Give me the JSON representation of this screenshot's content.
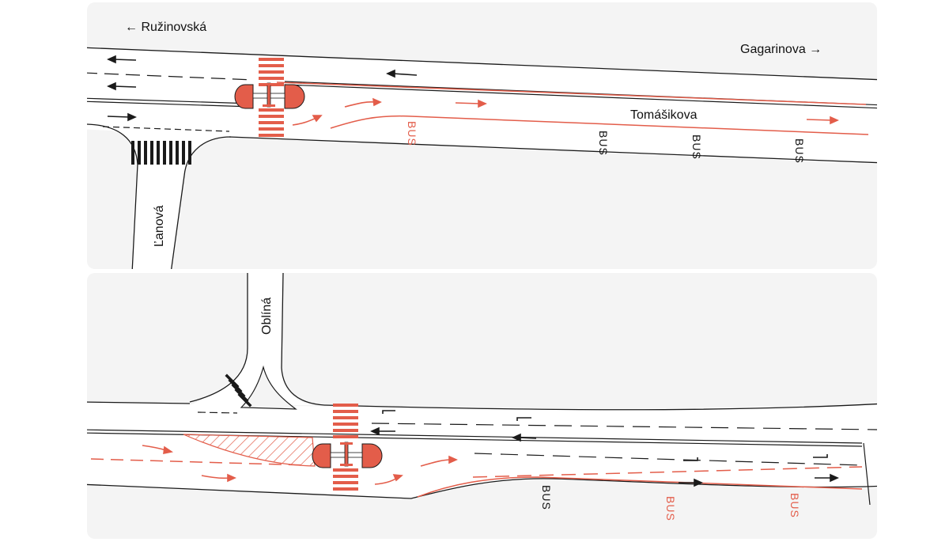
{
  "colors": {
    "panel_bg": "#f4f4f4",
    "road": "#ffffff",
    "edge": "#1a1a1a",
    "accent_red": "#e35d4a"
  },
  "panel_top": {
    "street_left": "← Ružinovská",
    "street_right": "Gagarinova →",
    "main_street": "Tomášikova",
    "side_street": "Ľanová",
    "bus_markings": [
      {
        "text": "BUS",
        "color": "red"
      },
      {
        "text": "BUS",
        "color": "black"
      },
      {
        "text": "BUS",
        "color": "black"
      },
      {
        "text": "BUS",
        "color": "black"
      }
    ]
  },
  "panel_bottom": {
    "side_street": "Oblíná",
    "bus_markings": [
      {
        "text": "BUS",
        "color": "black"
      },
      {
        "text": "BUS",
        "color": "red"
      },
      {
        "text": "BUS",
        "color": "red"
      }
    ]
  }
}
